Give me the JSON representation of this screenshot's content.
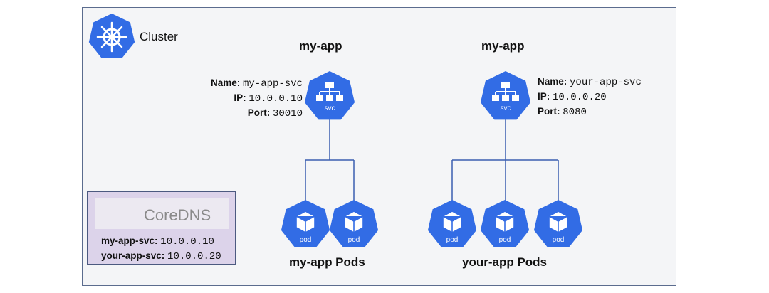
{
  "cluster": {
    "label": "Cluster",
    "icon": "helm-wheel-icon"
  },
  "services": [
    {
      "heading": "my-app",
      "name_key": "Name:",
      "name_val": "my-app-svc",
      "ip_key": "IP:",
      "ip_val": "10.0.0.10",
      "port_key": "Port:",
      "port_val": "30010",
      "icon_text": "svc",
      "pods_label": "my-app Pods",
      "pod_count": 2
    },
    {
      "heading": "my-app",
      "name_key": "Name:",
      "name_val": "your-app-svc",
      "ip_key": "IP:",
      "ip_val": "10.0.0.20",
      "port_key": "Port:",
      "port_val": "8080",
      "icon_text": "svc",
      "pods_label": "your-app Pods",
      "pod_count": 3
    }
  ],
  "pod_icon_text": "pod",
  "coredns": {
    "title": "CoreDNS",
    "records": [
      {
        "key": "my-app-svc:",
        "val": "10.0.0.10"
      },
      {
        "key": "your-app-svc:",
        "val": "10.0.0.20"
      }
    ]
  },
  "colors": {
    "k8s_blue": "#326ce5",
    "line": "#3b5fb0",
    "coredns_purple": "#5b2c8a"
  }
}
